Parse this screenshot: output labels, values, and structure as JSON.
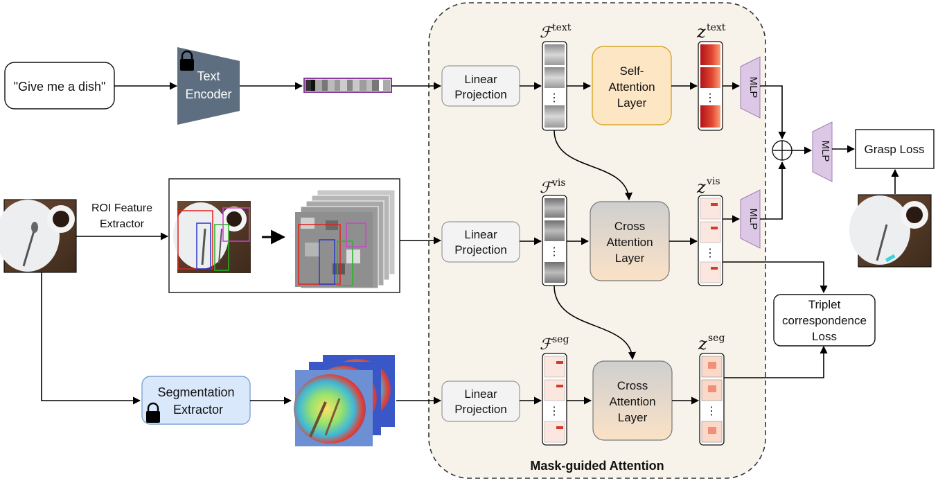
{
  "diagram": {
    "input_prompt": "\"Give me a dish\"",
    "text_encoder": {
      "line1": "Text",
      "line2": "Encoder"
    },
    "roi_extractor": {
      "line1": "ROI Feature",
      "line2": "Extractor"
    },
    "segmentation_extractor": {
      "line1": "Segmentation",
      "line2": "Extractor"
    },
    "linear_projection": {
      "line1": "Linear",
      "line2": "Projection"
    },
    "self_attention": {
      "line1": "Self-",
      "line2": "Attention",
      "line3": "Layer"
    },
    "cross_attention": {
      "line1": "Cross",
      "line2": "Attention",
      "line3": "Layer"
    },
    "features": {
      "F_symbol": "ℱ",
      "z_symbol": "z",
      "text_sup": "text",
      "vis_sup": "vis",
      "seg_sup": "seg"
    },
    "mlp": "MLP",
    "ellipsis": "⋮",
    "grasp_loss": "Grasp Loss",
    "triplet_loss": {
      "line1": "Triplet",
      "line2": "correspondence",
      "line3": "Loss"
    },
    "container_title": "Mask-guided Attention"
  },
  "colors": {
    "container_fill": "#f7f3ea",
    "self_attention_fill": "#fde6c4",
    "self_attention_stroke": "#d6a72a",
    "cross_attention_fill_top": "#d2d2d2",
    "cross_attention_fill_bottom": "#fbe3c8",
    "encoder_fill": "#5c6e80",
    "mlp_fill": "#dcc8e6",
    "segmentation_fill": "#dae8fb",
    "segmentation_stroke": "#7fa3d4"
  }
}
